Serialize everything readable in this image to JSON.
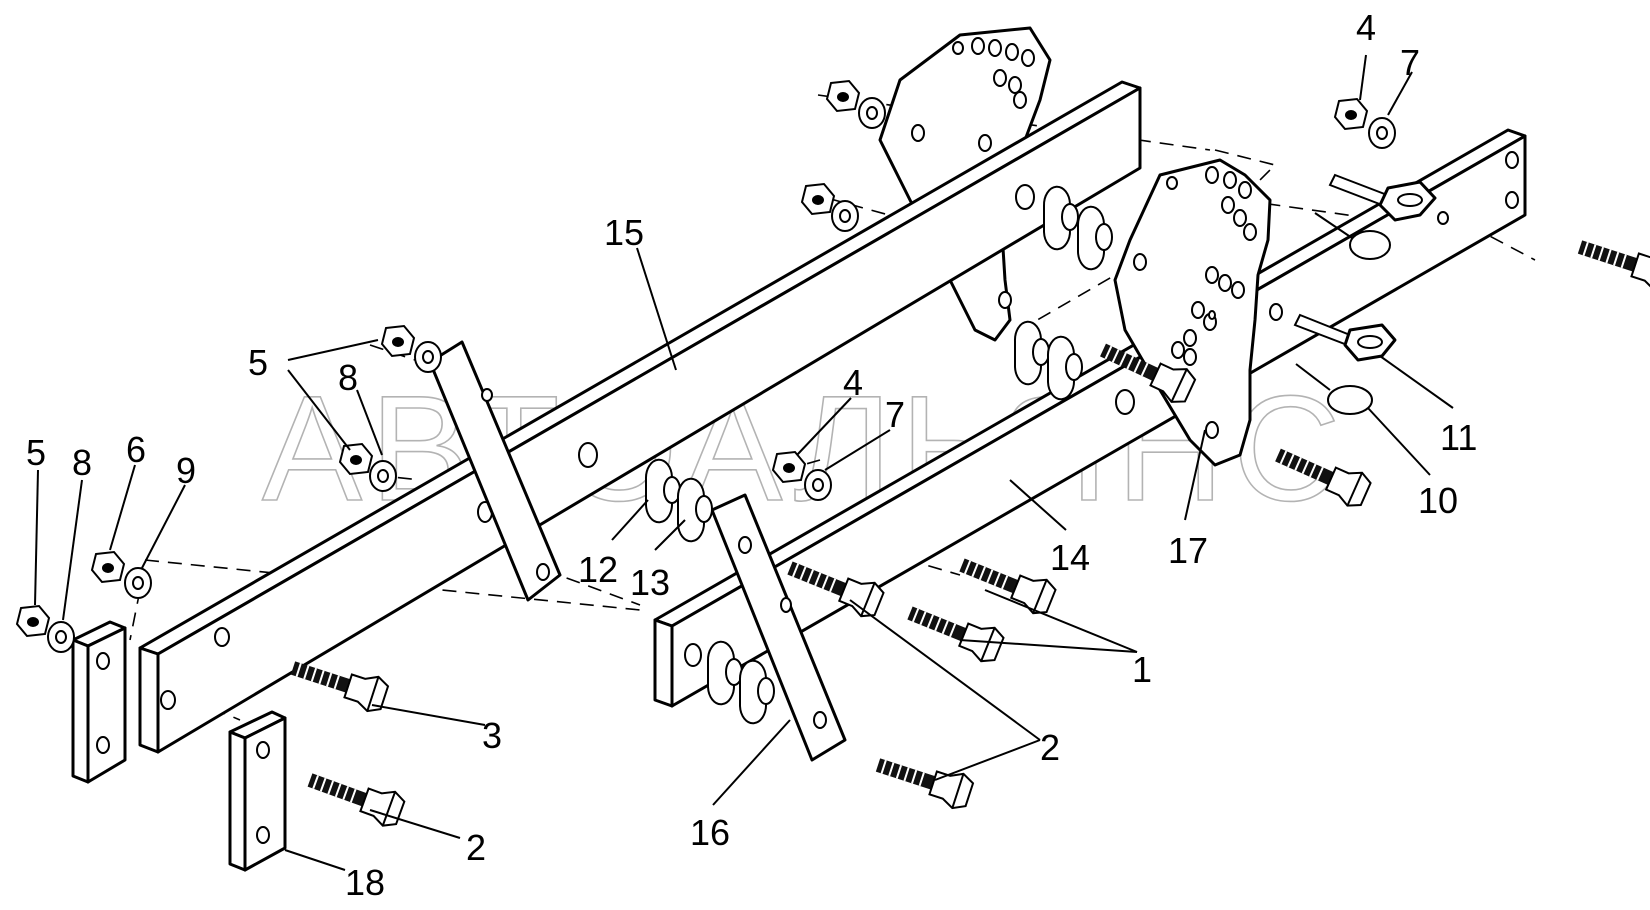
{
  "watermark": "АВТОАЛЬЯНС",
  "callouts": [
    {
      "id": "c4a",
      "text": "4"
    },
    {
      "id": "c7a",
      "text": "7"
    },
    {
      "id": "c15",
      "text": "15"
    },
    {
      "id": "c5a",
      "text": "5"
    },
    {
      "id": "c8a",
      "text": "8"
    },
    {
      "id": "c5b",
      "text": "5"
    },
    {
      "id": "c8b",
      "text": "8"
    },
    {
      "id": "c6",
      "text": "6"
    },
    {
      "id": "c9",
      "text": "9"
    },
    {
      "id": "c4b",
      "text": "4"
    },
    {
      "id": "c7b",
      "text": "7"
    },
    {
      "id": "c11",
      "text": "11"
    },
    {
      "id": "c10",
      "text": "10"
    },
    {
      "id": "c17",
      "text": "17"
    },
    {
      "id": "c14",
      "text": "14"
    },
    {
      "id": "c12",
      "text": "12"
    },
    {
      "id": "c13",
      "text": "13"
    },
    {
      "id": "c1",
      "text": "1"
    },
    {
      "id": "c3",
      "text": "3"
    },
    {
      "id": "c2a",
      "text": "2"
    },
    {
      "id": "c2b",
      "text": "2"
    },
    {
      "id": "c16",
      "text": "16"
    },
    {
      "id": "c18",
      "text": "18"
    }
  ]
}
